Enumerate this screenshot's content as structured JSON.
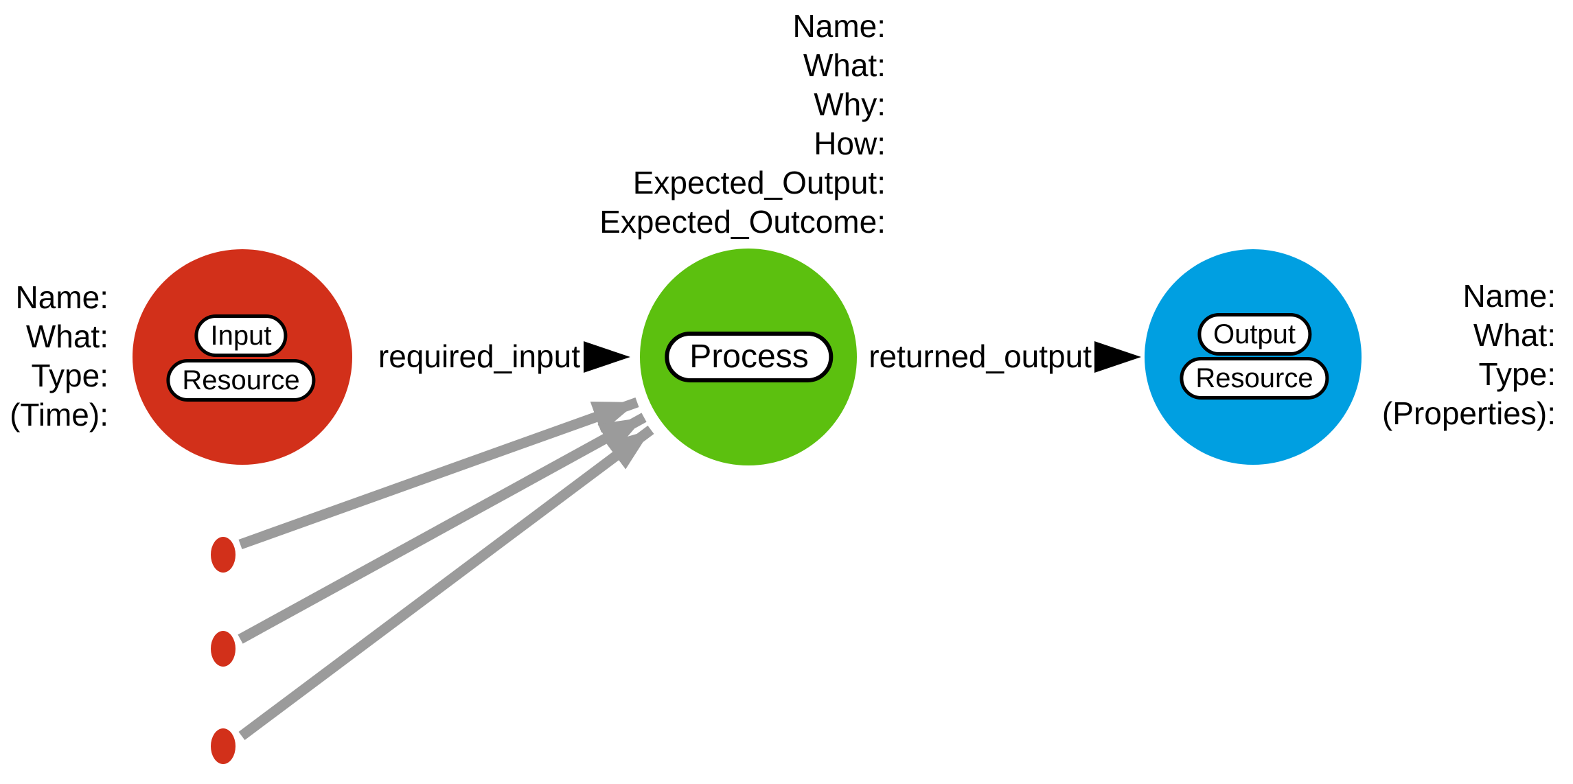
{
  "colors": {
    "input_node": "#d2301a",
    "process_node": "#5cc00f",
    "output_node": "#009fe1",
    "connector": "#9b9b9b",
    "arrowhead": "#000000"
  },
  "process_attributes": {
    "lines": [
      "Name:",
      "What:",
      "Why:",
      "How:",
      "Expected_Output:",
      "Expected_Outcome:"
    ]
  },
  "input_attributes": {
    "lines": [
      "Name:",
      "What:",
      "Type:",
      "(Time):"
    ]
  },
  "output_attributes": {
    "lines": [
      "Name:",
      "What:",
      "Type:",
      "(Properties):"
    ]
  },
  "nodes": {
    "input": {
      "pill_top": "Input",
      "pill_bottom": "Resource"
    },
    "process": {
      "pill": "Process"
    },
    "output": {
      "pill_top": "Output",
      "pill_bottom": "Resource"
    }
  },
  "edges": {
    "required_input_label": "required_input",
    "returned_output_label": "returned_output"
  }
}
